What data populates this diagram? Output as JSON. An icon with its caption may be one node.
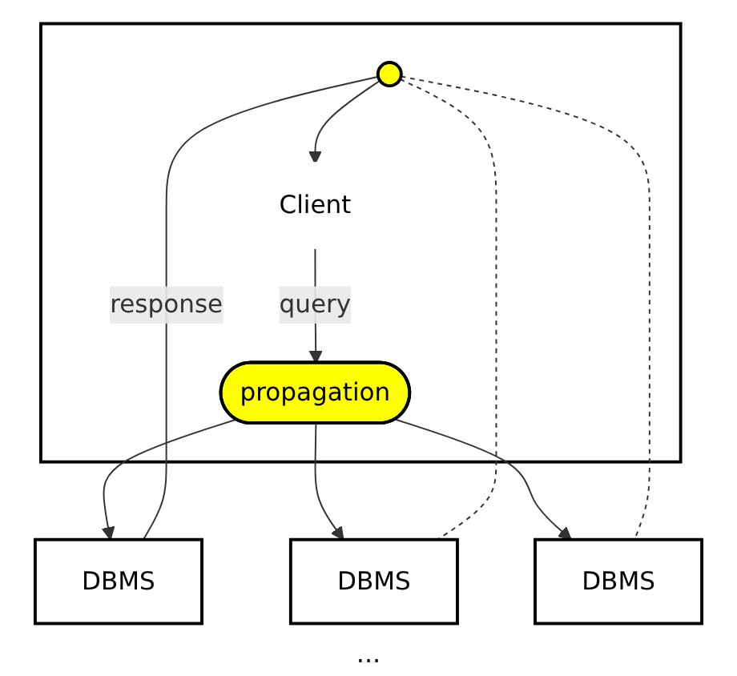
{
  "diagram": {
    "nodes": [
      {
        "text": [],
        "shape": "box"
      },
      {
        "text": [
          "Client"
        ],
        "in": 0
      },
      {
        "text": [
          "propagation"
        ],
        "in": 0
      },
      {
        "text": [
          "DBMS"
        ]
      },
      {
        "text": [
          "DBMS"
        ]
      },
      {
        "text": [
          "DBMS"
        ]
      },
      {
        "text": [],
        "shape": "circle",
        "in": 0
      }
    ],
    "edges": [
      {
        "from": 1,
        "to": 2,
        "arrow": "to",
        "label": "query"
      },
      {
        "from": 2,
        "to": 3,
        "arrow": "to"
      },
      {
        "from": 2,
        "to": 4,
        "arrow": "to"
      },
      {
        "from": 2,
        "to": 5,
        "arrow": "to"
      },
      {
        "from": 6,
        "to": 5,
        "arrow": "none",
        "label": "response"
      },
      {
        "from": 6,
        "to": 3,
        "arrow": "none",
        "style": "dashed"
      },
      {
        "from": 6,
        "to": 4,
        "arrow": "none",
        "style": "dashed"
      },
      {
        "from": 6,
        "to": 1,
        "arrow": "to"
      }
    ],
    "labels": [
      "···"
    ]
  }
}
